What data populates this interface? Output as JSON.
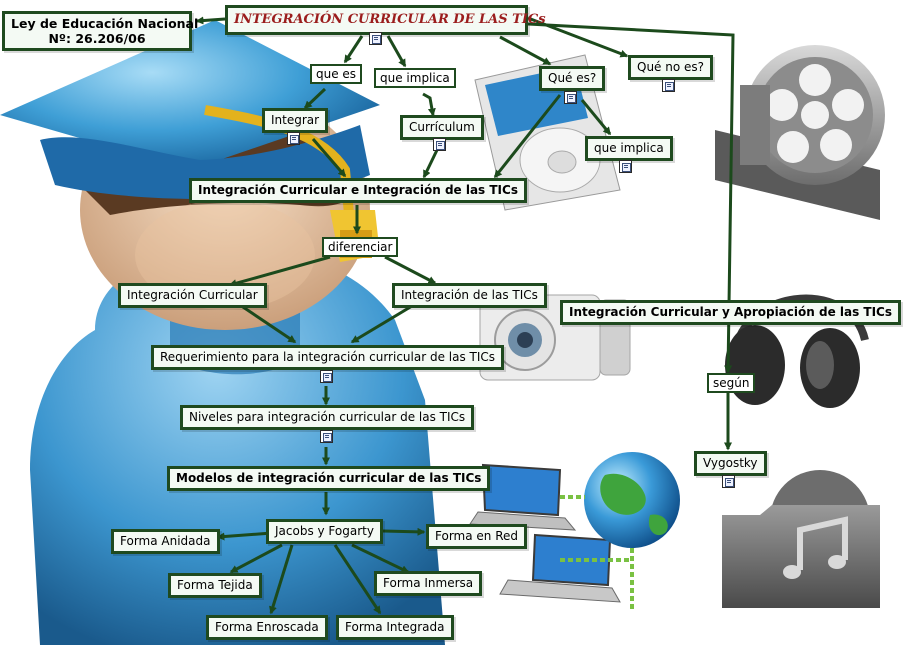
{
  "nodes": {
    "title": "INTEGRACIÓN CURRICULAR DE LAS TICs",
    "law_line1": "Ley de Educación Nacional",
    "law_line2": "Nº: 26.206/06",
    "integrar": "Integrar",
    "curriculum": "Currículum",
    "que_no_es": "Qué no es?",
    "que_es_node": "Qué es?",
    "que_implica_node": "que implica",
    "integracion_ci": "Integración Curricular e Integración de las TICs",
    "integracion_curricular": "Integración Curricular",
    "integracion_tics": "Integración de las TICs",
    "requerimiento": "Requerimiento para la integración curricular de las TICs",
    "niveles": "Niveles para integración curricular de las TICs",
    "modelos": "Modelos de integración curricular de las TICs",
    "jacobs": "Jacobs y Fogarty",
    "forma_anidada": "Forma Anidada",
    "forma_en_red": "Forma en Red",
    "forma_tejida": "Forma Tejida",
    "forma_inmersa": "Forma Inmersa",
    "forma_enroscada": "Forma Enroscada",
    "forma_integrada": "Forma Integrada",
    "apropiacion": "Integración Curricular y Apropiación de las TICs",
    "vygostky": "Vygostky"
  },
  "links": {
    "que_es": "que es",
    "que_implica": "que implica",
    "diferenciar": "diferenciar",
    "segun": "según"
  },
  "colors": {
    "arrow": "#1c4a1c",
    "border": "#1f4a1f",
    "title_text": "#9b1d1d"
  },
  "icons": [
    "document-icon",
    "graduate-figure",
    "ipod-device",
    "film-reel",
    "camera-device",
    "headphones",
    "laptop",
    "globe",
    "music-folder"
  ]
}
